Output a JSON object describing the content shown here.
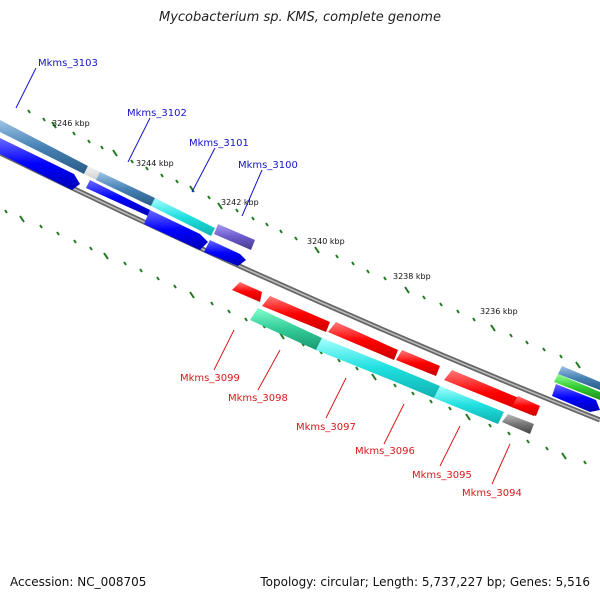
{
  "title": "Mycobacterium sp. KMS, complete genome",
  "accession_text": "Accession: NC_008705",
  "summary_text": "Topology: circular; Length: 5,737,227 bp; Genes: 5,516",
  "kbp_labels": [
    "3246 kbp",
    "3244 kbp",
    "3242 kbp",
    "3240 kbp",
    "3238 kbp",
    "3236 kbp"
  ],
  "gene_labels_plus": [
    "Mkms_3103",
    "Mkms_3102",
    "Mkms_3101",
    "Mkms_3100"
  ],
  "gene_labels_minus": [
    "Mkms_3099",
    "Mkms_3098",
    "Mkms_3097",
    "Mkms_3096",
    "Mkms_3095",
    "Mkms_3094"
  ],
  "colors": {
    "plus_label": "#1414c8",
    "minus_label": "#d61a1a",
    "backbone": "#7a7a7a",
    "tick": "#1f7a1f",
    "blue_cds": "#0d0dff",
    "red_cds": "#ff0000",
    "cyan_cds": "#19e6e6",
    "teal_cds": "#33cc99",
    "steel_cds": "#4682b4",
    "slate_cds": "#6a5acd",
    "gray_cds": "#777777",
    "khaki_cds": "#b5a642",
    "green_cds": "#33cc33"
  }
}
